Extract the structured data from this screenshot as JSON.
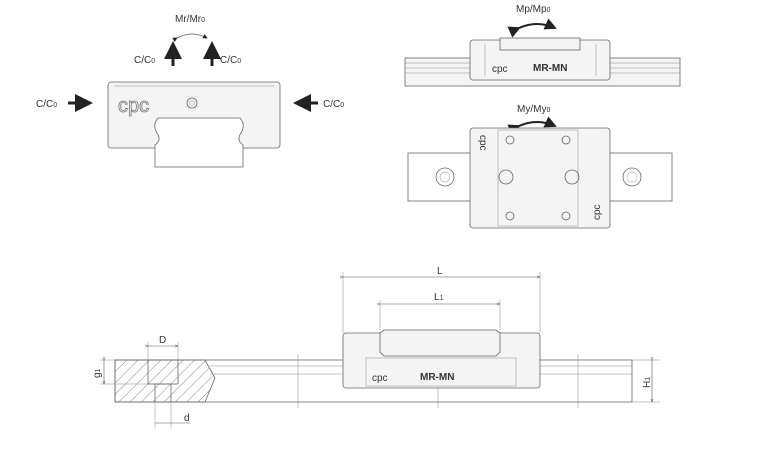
{
  "front_view": {
    "moment_label": "Mr/Mr",
    "moment_sub": "0",
    "load_label": "C/C",
    "load_sub": "0",
    "logo": "cpc"
  },
  "side_view": {
    "moment_label": "Mp/Mp",
    "moment_sub": "0",
    "logo": "cpc",
    "model": "MR-MN"
  },
  "top_view": {
    "moment_label": "My/My",
    "moment_sub": "0",
    "logo": "cpc"
  },
  "dimension_view": {
    "logo": "cpc",
    "model": "MR-MN",
    "dim_L": "L",
    "dim_L1": "L",
    "dim_L1_sub": "1",
    "dim_D": "D",
    "dim_d": "d",
    "dim_g1": "g",
    "dim_g1_sub": "1",
    "dim_H1": "H",
    "dim_H1_sub": "1"
  }
}
